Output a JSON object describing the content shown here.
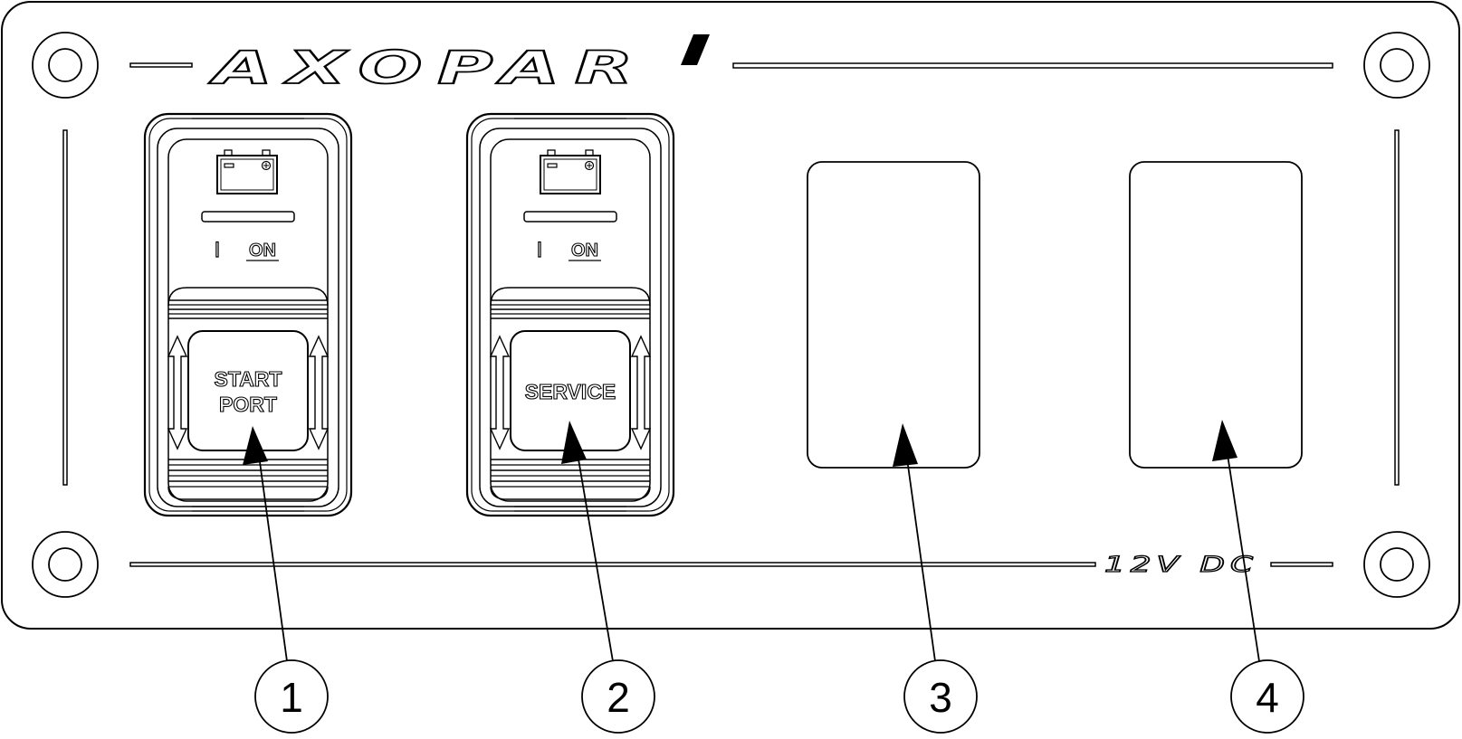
{
  "panel": {
    "brand": "AXOPAR",
    "voltage": "12V DC"
  },
  "switches": [
    {
      "label_lines": [
        "START",
        "PORT"
      ],
      "state_symbol": "I",
      "state_label": "ON",
      "icon": "battery-icon"
    },
    {
      "label_lines": [
        "SERVICE"
      ],
      "state_symbol": "I",
      "state_label": "ON",
      "icon": "battery-icon"
    }
  ],
  "callouts": [
    "1",
    "2",
    "3",
    "4"
  ],
  "colors": {
    "line": "#000000",
    "background": "#ffffff"
  }
}
